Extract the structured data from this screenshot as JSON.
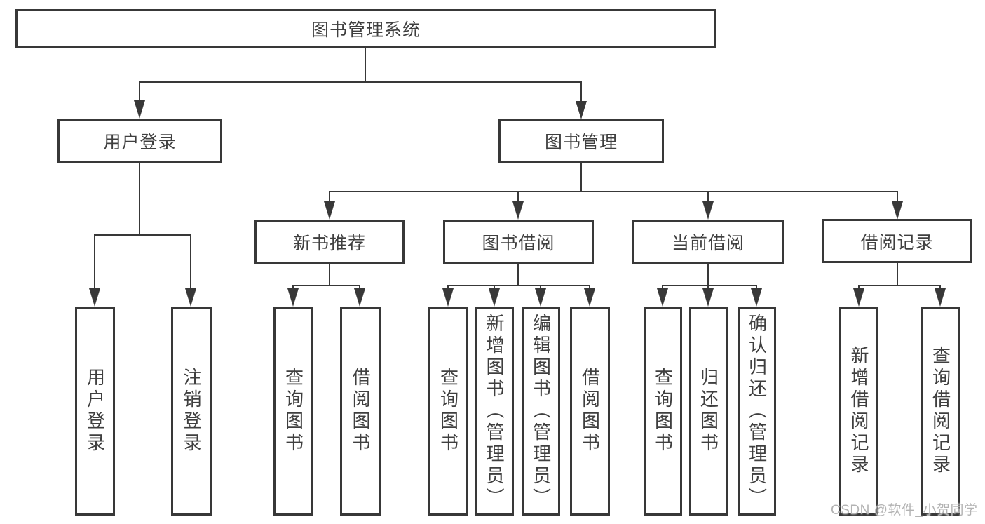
{
  "diagram": {
    "root": {
      "label": "图书管理系统"
    },
    "branches": [
      {
        "label": "用户登录",
        "children": [
          {
            "label": "用户登录"
          },
          {
            "label": "注销登录"
          }
        ]
      },
      {
        "label": "图书管理",
        "children": [
          {
            "label": "新书推荐",
            "children": [
              {
                "label": "查询图书"
              },
              {
                "label": "借阅图书"
              }
            ]
          },
          {
            "label": "图书借阅",
            "children": [
              {
                "label": "查询图书"
              },
              {
                "label": "新增图书（管理员）"
              },
              {
                "label": "编辑图书（管理员）"
              },
              {
                "label": "借阅图书"
              }
            ]
          },
          {
            "label": "当前借阅",
            "children": [
              {
                "label": "查询图书"
              },
              {
                "label": "归还图书"
              },
              {
                "label": "确认归还（管理员）"
              }
            ]
          },
          {
            "label": "借阅记录",
            "children": [
              {
                "label": "新增借阅记录"
              },
              {
                "label": "查询借阅记录"
              }
            ]
          }
        ]
      }
    ]
  },
  "watermark": {
    "text": "CSDN @软件_小贺同学"
  },
  "colors": {
    "line": "#383838",
    "text": "#3f3f3f",
    "watermark": "#b3b3b3",
    "background": "#ffffff"
  }
}
